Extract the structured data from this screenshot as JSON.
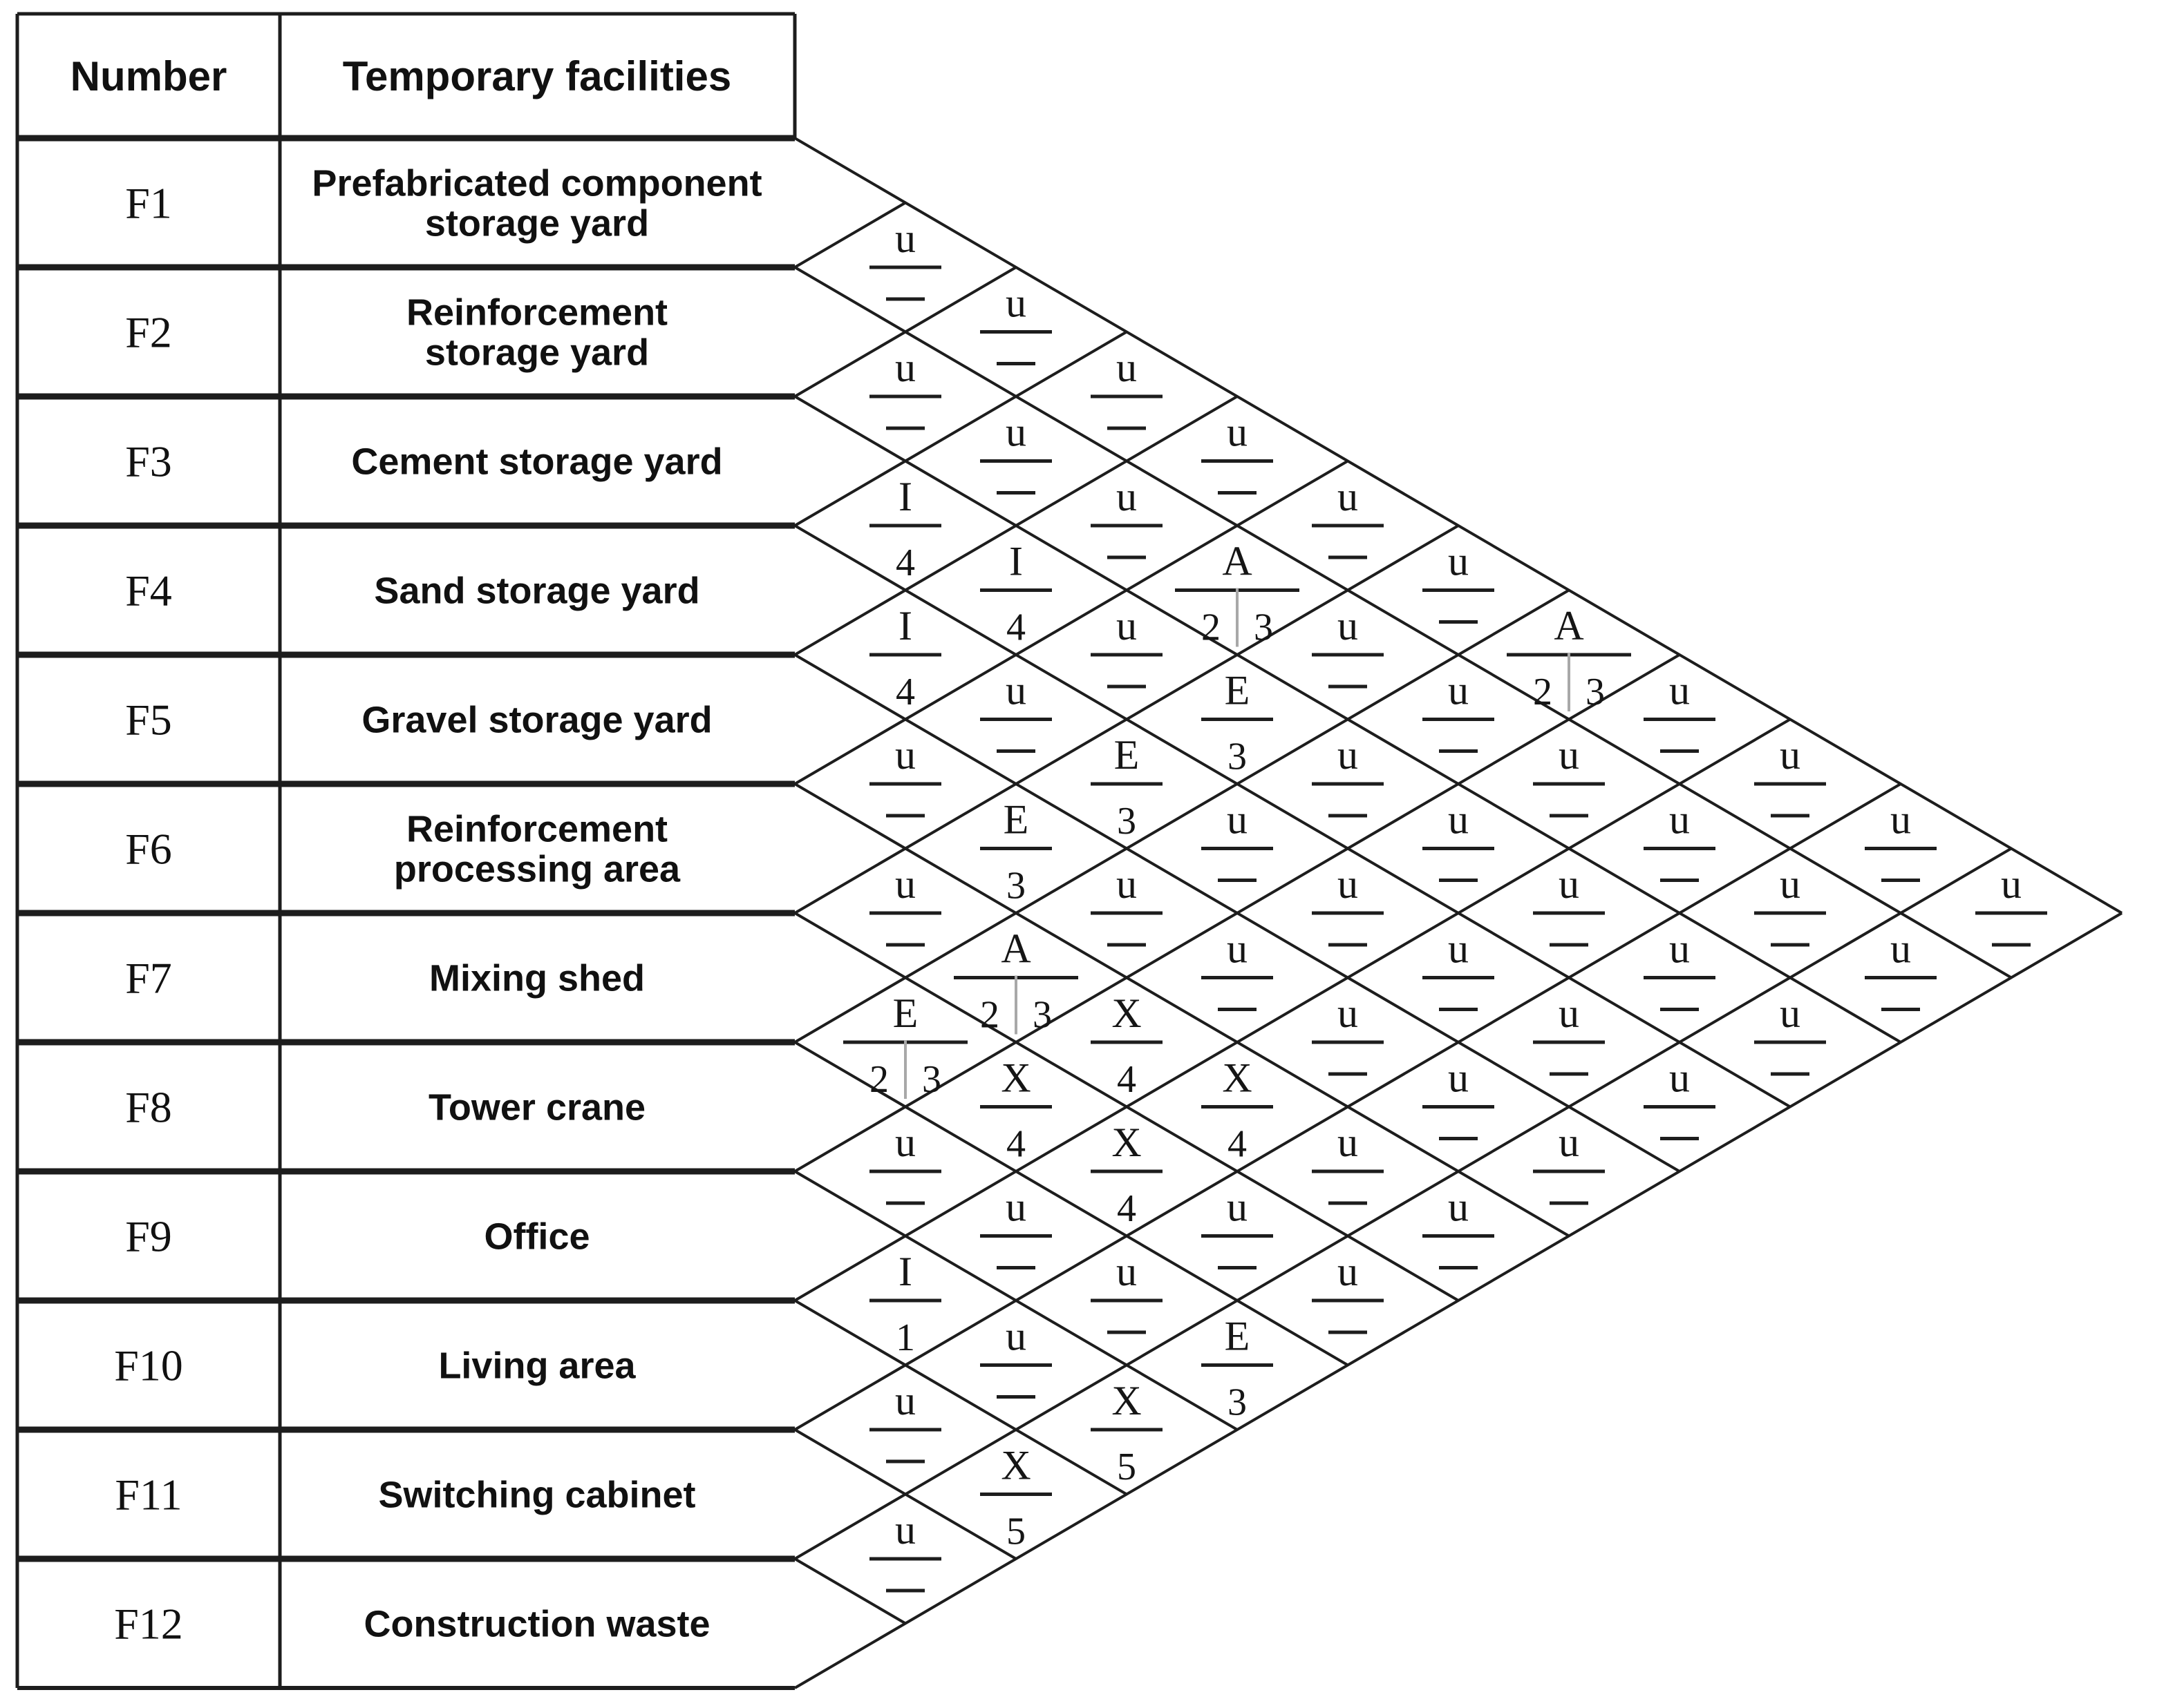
{
  "header": {
    "number_col": "Number",
    "facilities_col": "Temporary facilities"
  },
  "facilities": [
    {
      "number": "F1",
      "name": "Prefabricated component\nstorage yard"
    },
    {
      "number": "F2",
      "name": "Reinforcement\nstorage yard"
    },
    {
      "number": "F3",
      "name": "Cement storage yard"
    },
    {
      "number": "F4",
      "name": "Sand storage yard"
    },
    {
      "number": "F5",
      "name": "Gravel storage yard"
    },
    {
      "number": "F6",
      "name": "Reinforcement\nprocessing area"
    },
    {
      "number": "F7",
      "name": "Mixing shed"
    },
    {
      "number": "F8",
      "name": "Tower crane"
    },
    {
      "number": "F9",
      "name": "Office"
    },
    {
      "number": "F10",
      "name": "Living area"
    },
    {
      "number": "F11",
      "name": "Switching cabinet"
    },
    {
      "number": "F12",
      "name": "Construction waste"
    }
  ],
  "lattice": {
    "cells": [
      {
        "a": 1,
        "b": 2,
        "rating": "u",
        "reason": "-"
      },
      {
        "a": 2,
        "b": 3,
        "rating": "u",
        "reason": "-"
      },
      {
        "a": 3,
        "b": 4,
        "rating": "I",
        "reason": "4"
      },
      {
        "a": 4,
        "b": 5,
        "rating": "I",
        "reason": "4"
      },
      {
        "a": 5,
        "b": 6,
        "rating": "u",
        "reason": "-"
      },
      {
        "a": 6,
        "b": 7,
        "rating": "u",
        "reason": "-"
      },
      {
        "a": 7,
        "b": 8,
        "rating": "E",
        "reason": "2|3"
      },
      {
        "a": 8,
        "b": 9,
        "rating": "u",
        "reason": "-"
      },
      {
        "a": 9,
        "b": 10,
        "rating": "I",
        "reason": "1"
      },
      {
        "a": 10,
        "b": 11,
        "rating": "u",
        "reason": "-"
      },
      {
        "a": 11,
        "b": 12,
        "rating": "u",
        "reason": "-"
      },
      {
        "a": 1,
        "b": 3,
        "rating": "u",
        "reason": "-"
      },
      {
        "a": 2,
        "b": 4,
        "rating": "u",
        "reason": "-"
      },
      {
        "a": 3,
        "b": 5,
        "rating": "I",
        "reason": "4"
      },
      {
        "a": 4,
        "b": 6,
        "rating": "u",
        "reason": "-"
      },
      {
        "a": 5,
        "b": 7,
        "rating": "E",
        "reason": "3"
      },
      {
        "a": 6,
        "b": 8,
        "rating": "A",
        "reason": "2|3"
      },
      {
        "a": 7,
        "b": 9,
        "rating": "X",
        "reason": "4"
      },
      {
        "a": 8,
        "b": 10,
        "rating": "u",
        "reason": "-"
      },
      {
        "a": 9,
        "b": 11,
        "rating": "u",
        "reason": "-"
      },
      {
        "a": 10,
        "b": 12,
        "rating": "X",
        "reason": "5"
      },
      {
        "a": 1,
        "b": 4,
        "rating": "u",
        "reason": "-"
      },
      {
        "a": 2,
        "b": 5,
        "rating": "u",
        "reason": "-"
      },
      {
        "a": 3,
        "b": 6,
        "rating": "u",
        "reason": "-"
      },
      {
        "a": 4,
        "b": 7,
        "rating": "E",
        "reason": "3"
      },
      {
        "a": 5,
        "b": 8,
        "rating": "u",
        "reason": "-"
      },
      {
        "a": 6,
        "b": 9,
        "rating": "X",
        "reason": "4"
      },
      {
        "a": 7,
        "b": 10,
        "rating": "X",
        "reason": "4"
      },
      {
        "a": 8,
        "b": 11,
        "rating": "u",
        "reason": "-"
      },
      {
        "a": 9,
        "b": 12,
        "rating": "X",
        "reason": "5"
      },
      {
        "a": 1,
        "b": 5,
        "rating": "u",
        "reason": "-"
      },
      {
        "a": 2,
        "b": 6,
        "rating": "A",
        "reason": "2|3"
      },
      {
        "a": 3,
        "b": 7,
        "rating": "E",
        "reason": "3"
      },
      {
        "a": 4,
        "b": 8,
        "rating": "u",
        "reason": "-"
      },
      {
        "a": 5,
        "b": 9,
        "rating": "u",
        "reason": "-"
      },
      {
        "a": 6,
        "b": 10,
        "rating": "X",
        "reason": "4"
      },
      {
        "a": 7,
        "b": 11,
        "rating": "u",
        "reason": "-"
      },
      {
        "a": 8,
        "b": 12,
        "rating": "E",
        "reason": "3"
      },
      {
        "a": 1,
        "b": 6,
        "rating": "u",
        "reason": "-"
      },
      {
        "a": 2,
        "b": 7,
        "rating": "u",
        "reason": "-"
      },
      {
        "a": 3,
        "b": 8,
        "rating": "u",
        "reason": "-"
      },
      {
        "a": 4,
        "b": 9,
        "rating": "u",
        "reason": "-"
      },
      {
        "a": 5,
        "b": 10,
        "rating": "u",
        "reason": "-"
      },
      {
        "a": 6,
        "b": 11,
        "rating": "u",
        "reason": "-"
      },
      {
        "a": 7,
        "b": 12,
        "rating": "u",
        "reason": "-"
      },
      {
        "a": 1,
        "b": 7,
        "rating": "u",
        "reason": "-"
      },
      {
        "a": 2,
        "b": 8,
        "rating": "u",
        "reason": "-"
      },
      {
        "a": 3,
        "b": 9,
        "rating": "u",
        "reason": "-"
      },
      {
        "a": 4,
        "b": 10,
        "rating": "u",
        "reason": "-"
      },
      {
        "a": 5,
        "b": 11,
        "rating": "u",
        "reason": "-"
      },
      {
        "a": 6,
        "b": 12,
        "rating": "u",
        "reason": "-"
      },
      {
        "a": 1,
        "b": 8,
        "rating": "A",
        "reason": "2|3"
      },
      {
        "a": 2,
        "b": 9,
        "rating": "u",
        "reason": "-"
      },
      {
        "a": 3,
        "b": 10,
        "rating": "u",
        "reason": "-"
      },
      {
        "a": 4,
        "b": 11,
        "rating": "u",
        "reason": "-"
      },
      {
        "a": 5,
        "b": 12,
        "rating": "u",
        "reason": "-"
      },
      {
        "a": 1,
        "b": 9,
        "rating": "u",
        "reason": "-"
      },
      {
        "a": 2,
        "b": 10,
        "rating": "u",
        "reason": "-"
      },
      {
        "a": 3,
        "b": 11,
        "rating": "u",
        "reason": "-"
      },
      {
        "a": 4,
        "b": 12,
        "rating": "u",
        "reason": "-"
      },
      {
        "a": 1,
        "b": 10,
        "rating": "u",
        "reason": "-"
      },
      {
        "a": 2,
        "b": 11,
        "rating": "u",
        "reason": "-"
      },
      {
        "a": 3,
        "b": 12,
        "rating": "u",
        "reason": "-"
      },
      {
        "a": 1,
        "b": 11,
        "rating": "u",
        "reason": "-"
      },
      {
        "a": 2,
        "b": 12,
        "rating": "u",
        "reason": "-"
      },
      {
        "a": 1,
        "b": 12,
        "rating": "u",
        "reason": "-"
      }
    ]
  },
  "colors": {
    "line": "#1d1d1d",
    "text": "#111111",
    "reason_divider": "#a8a8a8",
    "background": "#ffffff"
  }
}
